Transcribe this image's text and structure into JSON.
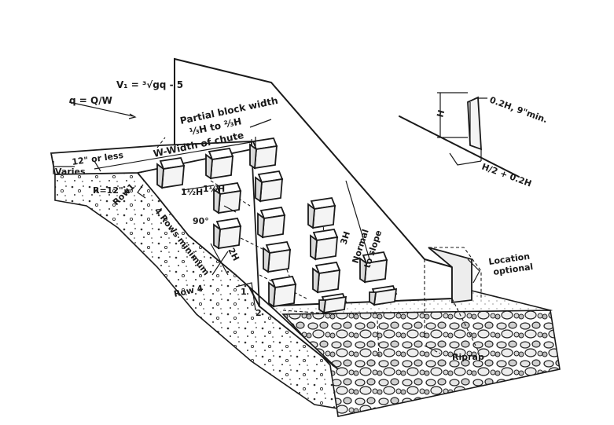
{
  "formula_v1": "V₁ = ³√gq - 5",
  "formula_q": "q = Q/W",
  "labels": {
    "partial_block_width": "Partial block width",
    "partial_block_range": "⅓H to ⅔H",
    "width_of_chute": "W-Width of chute",
    "twelve_or_less": "12\" or less",
    "varies": "Varies",
    "radius": "R=12\"±",
    "row1": "Row1",
    "rows_minimum": "4 Rows minimum",
    "angle_90": "90°",
    "one_half_h_a": "1½H",
    "one_half_h_b": "1½H",
    "two_h": "2H",
    "three_h": "3H",
    "normal_to_slope_1": "Normal",
    "normal_to_slope_2": "to slope",
    "row4": "Row 4",
    "slope_1": "1",
    "slope_2": "2",
    "location_1": "Location",
    "location_2": "optional",
    "riprap": "Riprap",
    "detail_h": "H",
    "detail_02h": "0.2H, 9\"min.",
    "detail_base": "H/2 + 0.2H"
  }
}
